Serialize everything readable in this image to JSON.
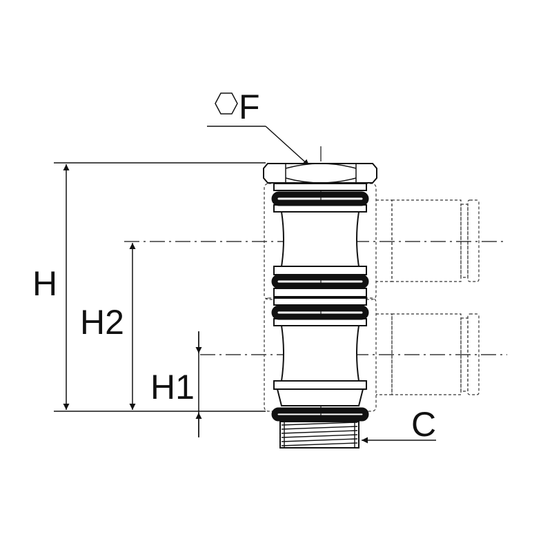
{
  "labels": {
    "hex": "F",
    "height": "H",
    "height2": "H2",
    "height1": "H1",
    "thread": "C"
  }
}
